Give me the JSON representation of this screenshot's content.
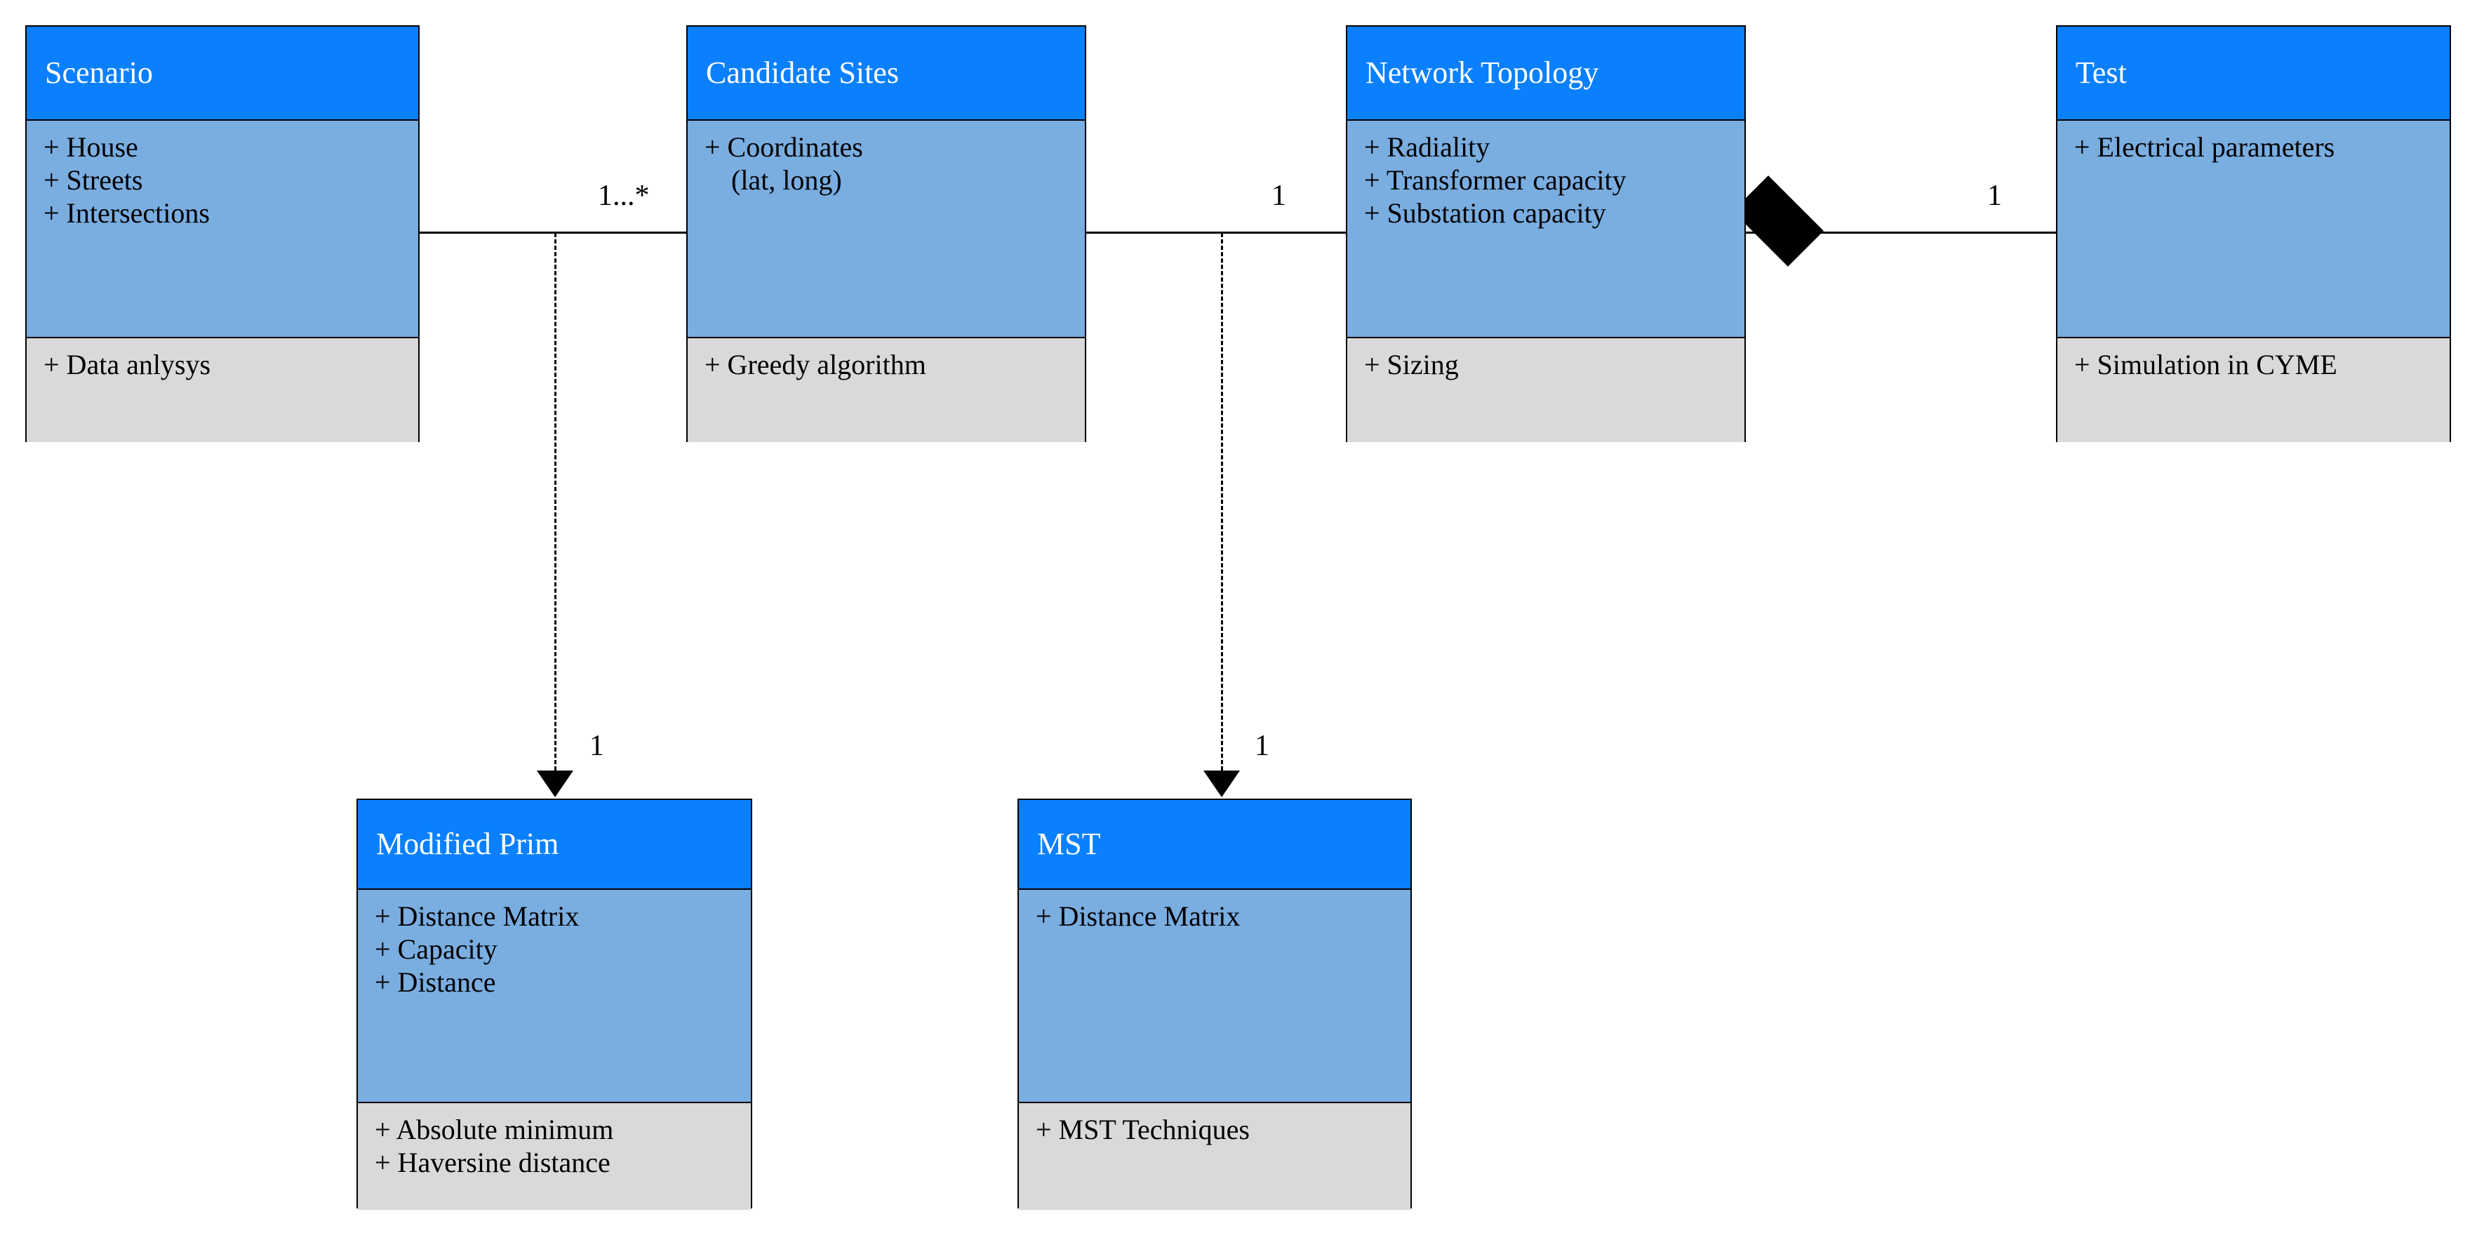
{
  "diagram": {
    "type": "uml-class-diagram",
    "colors": {
      "header": "#0A80FE",
      "attributes": "#7AADE0",
      "operations": "#D9D9D9",
      "border": "#000000",
      "header_text": "#FFFFFF",
      "body_text": "#000000"
    }
  },
  "classes": [
    {
      "id": "scenario",
      "name": "Scenario",
      "attributes": [
        "+ House",
        "+ Streets",
        "+ Intersections"
      ],
      "operations": [
        "+ Data anlysys"
      ]
    },
    {
      "id": "candidate-sites",
      "name": "Candidate Sites",
      "attributes": [
        "+ Coordinates",
        "(lat, long)"
      ],
      "operations": [
        "+ Greedy algorithm"
      ]
    },
    {
      "id": "network-topology",
      "name": "Network Topology",
      "attributes": [
        "+ Radiality",
        "+ Transformer capacity",
        "+ Substation capacity"
      ],
      "operations": [
        "+ Sizing"
      ]
    },
    {
      "id": "test",
      "name": "Test",
      "attributes": [
        "+ Electrical parameters"
      ],
      "operations": [
        "+ Simulation in CYME"
      ]
    },
    {
      "id": "modified-prim",
      "name": "Modified Prim",
      "attributes": [
        "+ Distance Matrix",
        "+ Capacity",
        "+ Distance"
      ],
      "operations": [
        "+ Absolute minimum",
        "+ Haversine distance"
      ]
    },
    {
      "id": "mst",
      "name": "MST",
      "attributes": [
        "+ Distance Matrix"
      ],
      "operations": [
        "+ MST Techniques"
      ]
    }
  ],
  "relationships": [
    {
      "id": "scenario-candidate-sites",
      "from": "scenario",
      "to": "candidate-sites",
      "style": "association",
      "multiplicity": "1...*"
    },
    {
      "id": "candidate-sites-network-topology",
      "from": "candidate-sites",
      "to": "network-topology",
      "style": "association",
      "multiplicity": "1"
    },
    {
      "id": "network-topology-test",
      "from": "network-topology",
      "to": "test",
      "style": "composition",
      "multiplicity": "1"
    },
    {
      "id": "scenario-modified-prim",
      "from": "scenario",
      "to": "modified-prim",
      "style": "dependency",
      "multiplicity": "1"
    },
    {
      "id": "candidate-sites-mst",
      "from": "candidate-sites",
      "to": "mst",
      "style": "dependency",
      "multiplicity": "1"
    }
  ]
}
